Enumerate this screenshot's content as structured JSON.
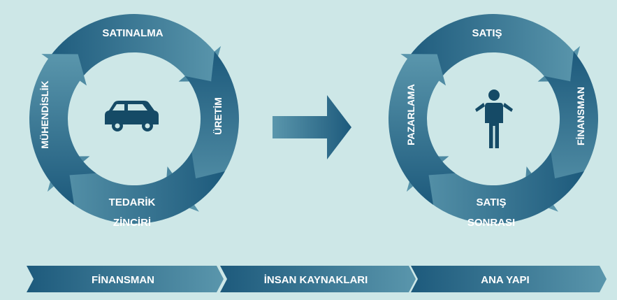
{
  "left_cycle": {
    "segments": [
      "SATINALMA",
      "ÜRETİM",
      "TEDARİK",
      "ZİNCİRİ",
      "MÜHENDİSLİK"
    ],
    "center_icon": "car-icon"
  },
  "flow_arrow_icon": "arrow-right-icon",
  "right_cycle": {
    "segments": [
      "SATIŞ",
      "FİNANSMAN",
      "SATIŞ",
      "SONRASI",
      "PAZARLAMA"
    ],
    "center_icon": "person-icon"
  },
  "bottom_bar": {
    "items": [
      "FİNANSMAN",
      "İNSAN KAYNAKLARI",
      "ANA YAPI"
    ]
  },
  "colors": {
    "background": "#cde7e7",
    "segment_dark": "#1d5a7c",
    "segment_light": "#5a96ac",
    "icon": "#154a66"
  }
}
